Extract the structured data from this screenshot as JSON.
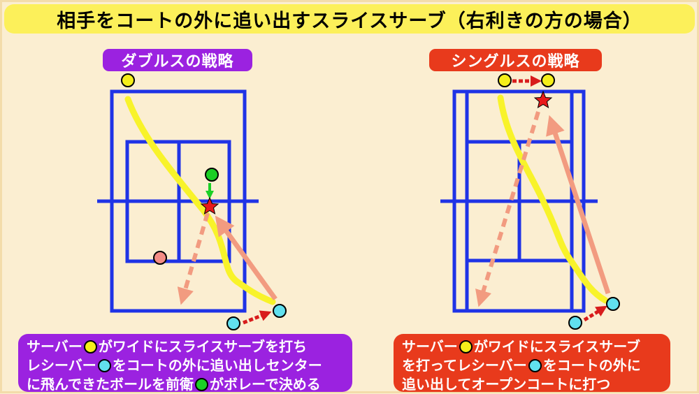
{
  "title": "相手をコートの外に追い出すスライスサーブ（右利きの方の場合）",
  "doubles": {
    "tag": "ダブルスの戦略",
    "note": {
      "l1a": "サーバー",
      "l1b": "がワイドにスライスサーブを打ち",
      "l2a": "レシーバー",
      "l2b": "をコートの外に追い出しセンター",
      "l3a": "に飛んできたボールを前衛",
      "l3b": "がボレーで決める"
    }
  },
  "singles": {
    "tag": "シングルスの戦略",
    "note": {
      "l1a": "サーバー",
      "l1b": "がワイドにスライスサーブ",
      "l2a": "を打ってレシーバー",
      "l2b": "をコートの外に",
      "l3": "追い出してオープンコートに打つ"
    }
  },
  "colors": {
    "background": "#fbeed1",
    "title_bar": "#fcf05a",
    "doubles_accent": "#9b22e0",
    "singles_accent": "#e83a1c",
    "court_lines": "#1f33e6",
    "serve_path": "#f8f32a",
    "shot_arrow": "#f29b80",
    "server": "#f5ef1a",
    "receiver": "#61e0ee",
    "net_player": "#1bcf25",
    "partner": "#f48c86",
    "movement_arrow": "#d81c1c",
    "star": "#e81a1a"
  }
}
